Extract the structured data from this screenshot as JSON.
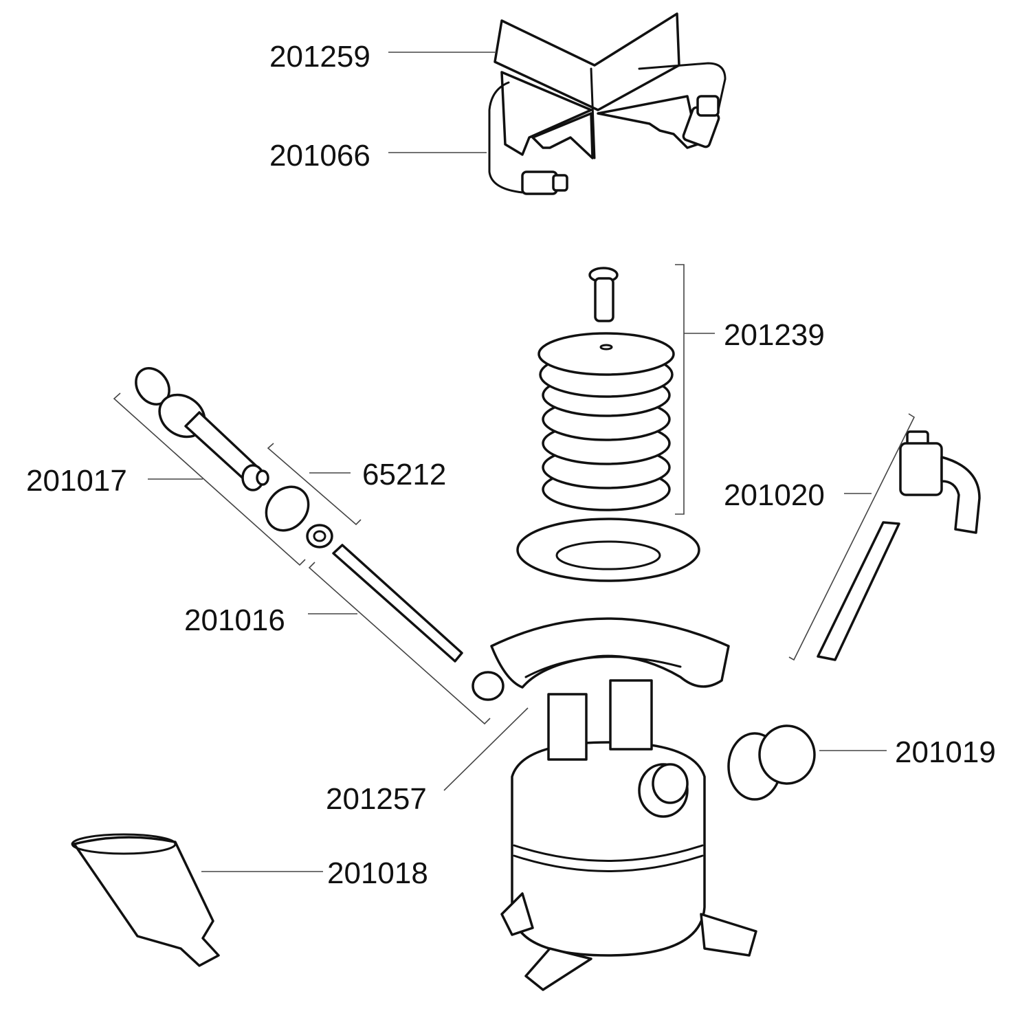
{
  "diagram": {
    "title": "",
    "parts": [
      {
        "id": "burner-grate",
        "number": "201259"
      },
      {
        "id": "generator-tube",
        "number": "201066"
      },
      {
        "id": "burner-assembly",
        "number": "201239"
      },
      {
        "id": "pump-cup-washer",
        "number": "65212"
      },
      {
        "id": "pump-plunger",
        "number": "201017"
      },
      {
        "id": "valve-generator",
        "number": "201020"
      },
      {
        "id": "pump-cylinder",
        "number": "201016"
      },
      {
        "id": "fuel-cap",
        "number": "201019"
      },
      {
        "id": "stove-body",
        "number": "201257"
      },
      {
        "id": "funnel",
        "number": "201018"
      }
    ]
  }
}
